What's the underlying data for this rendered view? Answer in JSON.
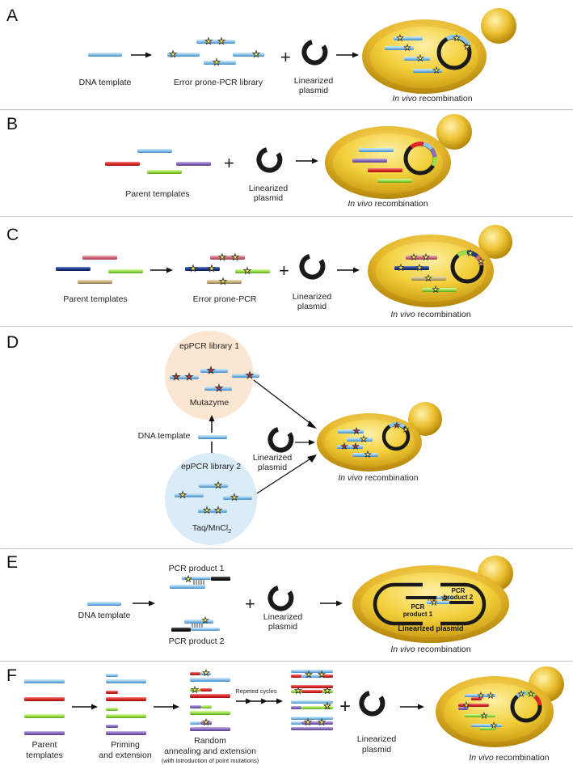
{
  "colors": {
    "blue": "#8fc4ea",
    "red": "#e02727",
    "purple": "#8a6cc0",
    "green": "#9be04a",
    "pink": "#d46a7a",
    "navy": "#1f3d8a",
    "tan": "#c8b27c",
    "star_yellow": "#f7e94a",
    "star_red": "#c0303a",
    "yeast_gold": "#e0b21c",
    "yeast_inner": "#f2cf3a",
    "separator": "#c9c9c9",
    "mutazyme_circle": "#fbe6d2",
    "taq_circle": "#d9ecf8"
  },
  "panels": [
    {
      "id": "A",
      "letter": "A",
      "labels": {
        "template": "DNA template",
        "library": "Error prone-PCR library",
        "plasmid_line1": "Linearized",
        "plasmid_line2": "plasmid",
        "recomb_italic": "In vivo",
        "recomb_rest": " recombination"
      }
    },
    {
      "id": "B",
      "letter": "B",
      "labels": {
        "templates": "Parent templates",
        "plasmid_line1": "Linearized",
        "plasmid_line2": "plasmid",
        "recomb_italic": "In vivo",
        "recomb_rest": " recombination"
      }
    },
    {
      "id": "C",
      "letter": "C",
      "labels": {
        "templates": "Parent templates",
        "eppcr": "Error prone-PCR",
        "plasmid_line1": "Linearized",
        "plasmid_line2": "plasmid",
        "recomb_italic": "In vivo",
        "recomb_rest": " recombination"
      }
    },
    {
      "id": "D",
      "letter": "D",
      "labels": {
        "library1": "epPCR library 1",
        "mutazyme": "Mutazyme",
        "template": "DNA template",
        "library2": "epPCR library 2",
        "taq": "Taq/MnCl",
        "taq_sub": "2",
        "plasmid_line1": "Linearized",
        "plasmid_line2": "plasmid",
        "recomb_italic": "In vivo",
        "recomb_rest": " recombination"
      }
    },
    {
      "id": "E",
      "letter": "E",
      "labels": {
        "template": "DNA template",
        "product1": "PCR product 1",
        "product2": "PCR product 2",
        "plasmid_line1": "Linearized",
        "plasmid_line2": "plasmid",
        "inner_p1_a": "PCR",
        "inner_p1_b": "product 1",
        "inner_p2_a": "PCR",
        "inner_p2_b": "product 2",
        "inner_plasmid": "Linearized plasmid",
        "recomb_italic": "In vivo",
        "recomb_rest": " recombination"
      }
    },
    {
      "id": "F",
      "letter": "F",
      "labels": {
        "parent1": "Parent",
        "parent2": "templates",
        "priming1": "Priming",
        "priming2": "and extension",
        "random1": "Random",
        "random2": "annealing and extension",
        "random3": "(with introduction of point mutations)",
        "cycles": "Repeted cycles",
        "plasmid_line1": "Linearized",
        "plasmid_line2": "plasmid",
        "recomb_italic": "In vivo",
        "recomb_rest": " recombination"
      }
    }
  ]
}
